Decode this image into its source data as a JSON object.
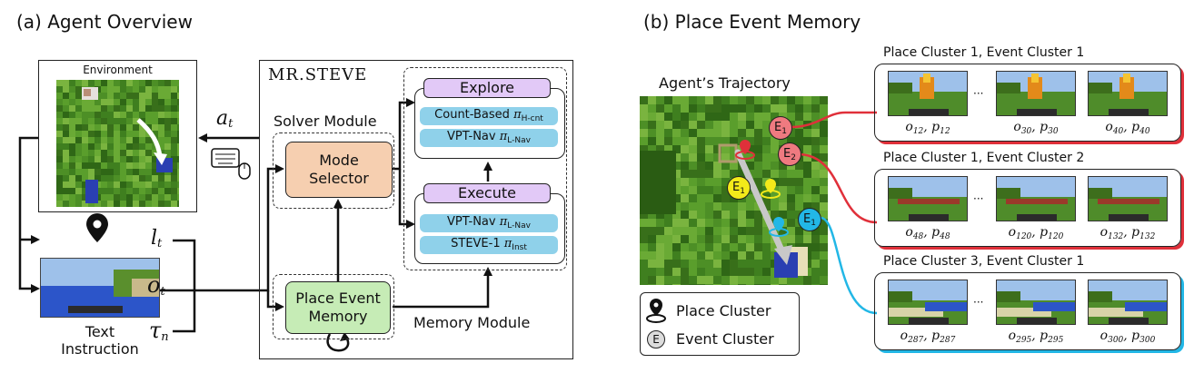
{
  "left": {
    "title": "(a) Agent Overview",
    "environment_label": "Environment",
    "action_label": "a",
    "action_sub": "t",
    "mr_steve_label": "MR.STEVE",
    "solver_module_label": "Solver Module",
    "memory_module_label": "Memory Module",
    "mode_selector": "Mode Selector",
    "mode_selector_line1": "Mode",
    "mode_selector_line2": "Selector",
    "place_event_line1": "Place Event",
    "place_event_line2": "Memory",
    "explore_label": "Explore",
    "execute_label": "Execute",
    "count_based": "Count-Based",
    "count_based_sym": "π",
    "count_based_sub": "H-cnt",
    "vpt_nav": "VPT-Nav",
    "vpt_nav_sym": "π",
    "vpt_nav_sub": "L-Nav",
    "steve1": "STEVE-1",
    "steve1_sym": "π",
    "steve1_sub": "Inst",
    "l_label": "l",
    "l_sub": "t",
    "o_label": "o",
    "o_sub": "t",
    "tau_label": "τ",
    "tau_sub": "n",
    "text_instruction_line1": "Text",
    "text_instruction_line2": "Instruction"
  },
  "right": {
    "title": "(b) Place Event Memory",
    "trajectory_label": "Agent’s Trajectory",
    "legend_place": "Place Cluster",
    "legend_event": "Event Cluster",
    "event_symbol": "E",
    "cluster_titles": [
      "Place Cluster 1, Event Cluster 1",
      "Place Cluster 1, Event Cluster 2",
      "Place Cluster 3, Event Cluster 1"
    ],
    "ellipsis": "···",
    "captions": [
      [
        "o12, p12",
        "o30, p30",
        "o40, p40"
      ],
      [
        "o48, p48",
        "o120, p120",
        "o132, p132"
      ],
      [
        "o287, p287",
        "o295, p295",
        "o300, p300"
      ]
    ],
    "caption_parts": [
      [
        [
          "12",
          "12"
        ],
        [
          "30",
          "30"
        ],
        [
          "40",
          "40"
        ]
      ],
      [
        [
          "48",
          "48"
        ],
        [
          "120",
          "120"
        ],
        [
          "132",
          "132"
        ]
      ],
      [
        [
          "287",
          "287"
        ],
        [
          "295",
          "295"
        ],
        [
          "300",
          "300"
        ]
      ]
    ],
    "event_markers": [
      "E1",
      "E2",
      "E1",
      "E1"
    ]
  },
  "colors": {
    "mode_selector": "#f6cfb0",
    "place_event": "#c6ecb6",
    "explore_execute": "#e2c9f7",
    "policy_pill": "#8fd1ea",
    "red_cluster": "#e0303a",
    "yellow_cluster": "#f3ea1a",
    "cyan_cluster": "#22b7e6"
  }
}
